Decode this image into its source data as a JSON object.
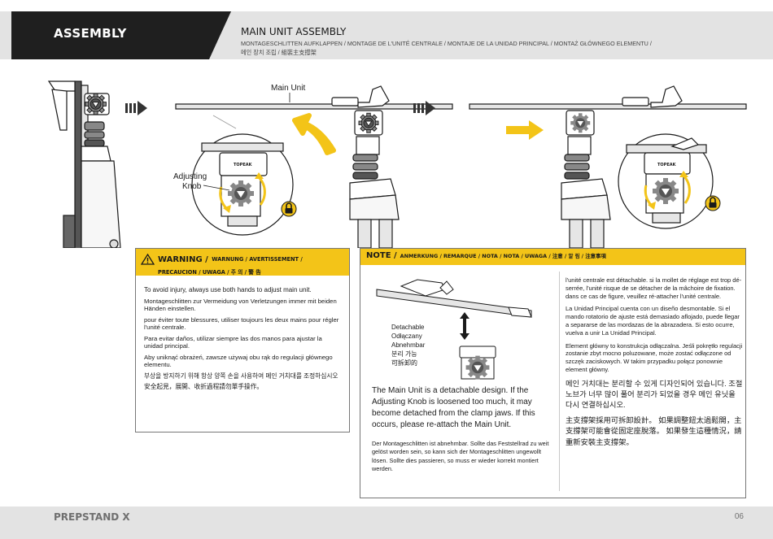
{
  "header": {
    "section": "ASSEMBLY",
    "title": "MAIN UNIT ASSEMBLY",
    "subtitle_line1": "MONTAGESCHLITTEN AUFKLAPPEN / MONTAGE DE L'UNITÉ CENTRALE / MONTAJE DE LA UNIDAD PRINCIPAL  / MONTAŻ GŁÓWNEGO ELEMENTU /",
    "subtitle_line2": "메인 장치 조립 / 組裝主支撐架"
  },
  "illustration": {
    "main_unit_label": "Main Unit",
    "adjusting_knob_line1": "Adjusting",
    "adjusting_knob_line2": "Knob",
    "brand_label_1": "TOPEAK",
    "brand_label_2": "TOPEAK"
  },
  "warning": {
    "heading": "WARNUNG / AVERTISSEMENT /",
    "heading_big": "WARNING /",
    "heading_line2": "PRECAUCION / UWAGA / 주  의  /  警  告",
    "p_en": "To avoid injury, always use both hands to adjust main unit.",
    "p_de": "Montageschlitten zur Vermeidung von Verletzungen immer mit beiden Händen einstellen.",
    "p_fr": "pour éviter toute blessures, utiliser toujours  les deux mains pour régler l'unité centrale.",
    "p_es": "Para evitar daños, utilizar siempre las dos manos para ajustar la unidad principal.",
    "p_pl": "Aby uniknąć obrażeń, zawsze używaj obu rąk do regulacji głównego elementu.",
    "p_ko": "부상을 방지하기 위해 항상 양쪽 손을 사용하여 메인 거치대를 조정하십시오",
    "p_zh": "安全起見，展開、收折過程請勿單手操作。"
  },
  "note": {
    "heading_big": "NOTE /",
    "heading_rest": "ANMERKUNG / REMARQUE / NOTA / NOTA / UWAGA  / 注意 / 알 림 / 注意事項",
    "detachable": [
      "Detachable",
      "Odłączany",
      "Abnehmbar",
      "분리 가능",
      "可拆卸的"
    ],
    "text_en": "The Main Unit is a detachable design. If the Adjusting Knob is loosened too much, it may become detached from the clamp jaws.  If this occurs, please re-attach the Main Unit.",
    "text_de": "Der Montageschlitten ist abnehmbar. Sollte das Feststellrad zu weit gelöst worden sein, so kann sich der Montageschlitten ungewollt lösen. Sollte dies passieren, so muss er wieder korrekt montiert werden.",
    "text_fr": "l'unité centrale est détachable. si la mollet de réglage est trop dé-serrée, l'unité risque de se détacher de la mâchoire de fixation. dans ce cas de figure, veuillez ré-attacher l'unité centrale.",
    "text_es": "La Unidad Principal cuenta con un diseño desmontable. Si el mando rotatorio  de ajuste está demasiado aflojado, puede llegar a separarse de las mordazas de la abrazadera. Si esto ocurre, vuelva a unir La Unidad Principal.",
    "text_pl": "Element główny to konstrukcja odłączalna. Jeśli pokrętło regulacji zostanie zbyt mocno poluzowane, może zostać odłączone od szczęk zaciskowych. W takim przypadku połącz ponownie element główny.",
    "text_ko": "메인 거치대는 분리할 수 있게 디자인되어 있습니다.  조절 노브가 너무 많이 풀어 분리가 되었을 경우 메인 유닛을 다시 연결하십시오.",
    "text_zh": "主支撐架採用可拆卸設計。 如果調整鈕太過鬆開，主支撐架可能會從固定座脫落。 如果發生這種情況，請重新安裝主支撐架。"
  },
  "footer": {
    "product": "PREPSTAND X",
    "page": "06"
  },
  "colors": {
    "accent_yellow": "#f3c418",
    "header_dark": "#1f1f1f",
    "band_gray": "#e3e3e3"
  }
}
